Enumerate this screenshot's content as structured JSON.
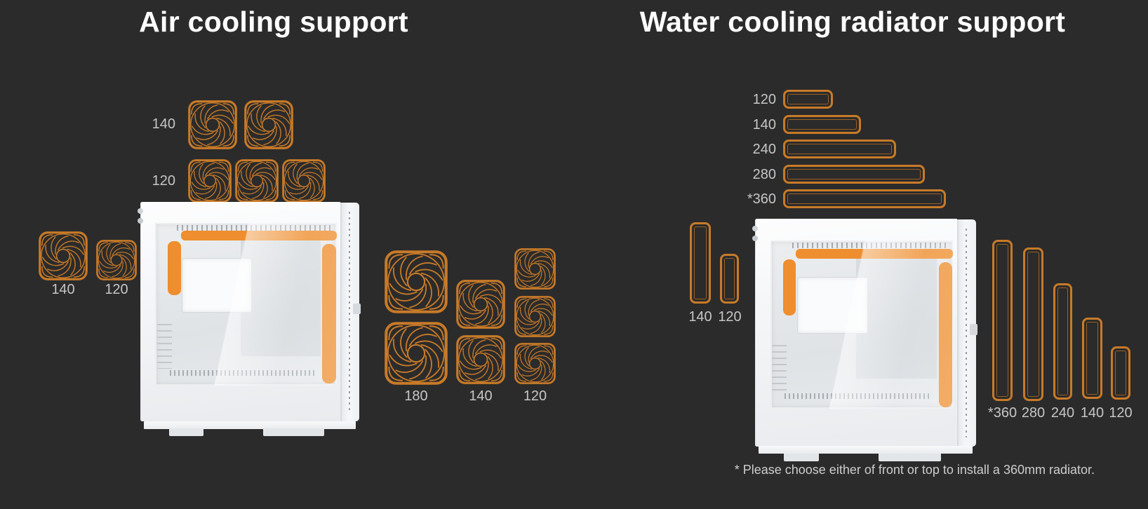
{
  "page": {
    "background_color": "#2b2b2b"
  },
  "air_cooling": {
    "title": "Air cooling support",
    "top_fan_groups": [
      {
        "label": "140",
        "fan_count": 2
      },
      {
        "label": "120",
        "fan_count": 3
      }
    ],
    "rear_fan_groups": [
      {
        "label": "140",
        "fan_count": 1
      },
      {
        "label": "120",
        "fan_count": 1
      }
    ],
    "front_fan_groups": [
      {
        "label": "180",
        "fan_count": 2
      },
      {
        "label": "140",
        "fan_count": 2
      },
      {
        "label": "120",
        "fan_count": 3
      }
    ]
  },
  "water_cooling": {
    "title": "Water cooling radiator support",
    "top_radiators": [
      {
        "label": "120"
      },
      {
        "label": "140"
      },
      {
        "label": "240"
      },
      {
        "label": "280"
      },
      {
        "label": "*360"
      }
    ],
    "rear_radiators": [
      {
        "label": "140"
      },
      {
        "label": "120"
      }
    ],
    "front_radiators": [
      {
        "label": "*360"
      },
      {
        "label": "280"
      },
      {
        "label": "240"
      },
      {
        "label": "140"
      },
      {
        "label": "120"
      }
    ]
  },
  "footnote": "* Please choose either of front or top to install a 360mm radiator.",
  "icons": {
    "fan": "fan-icon",
    "radiator": "radiator-outline-icon"
  },
  "colors": {
    "background": "#2b2b2b",
    "accent_outline": "#c87a28",
    "accent_fill": "#ee8e2e",
    "label_text": "#c6c6c6",
    "title_text": "#ffffff",
    "case_body": "#f4f5f7"
  }
}
